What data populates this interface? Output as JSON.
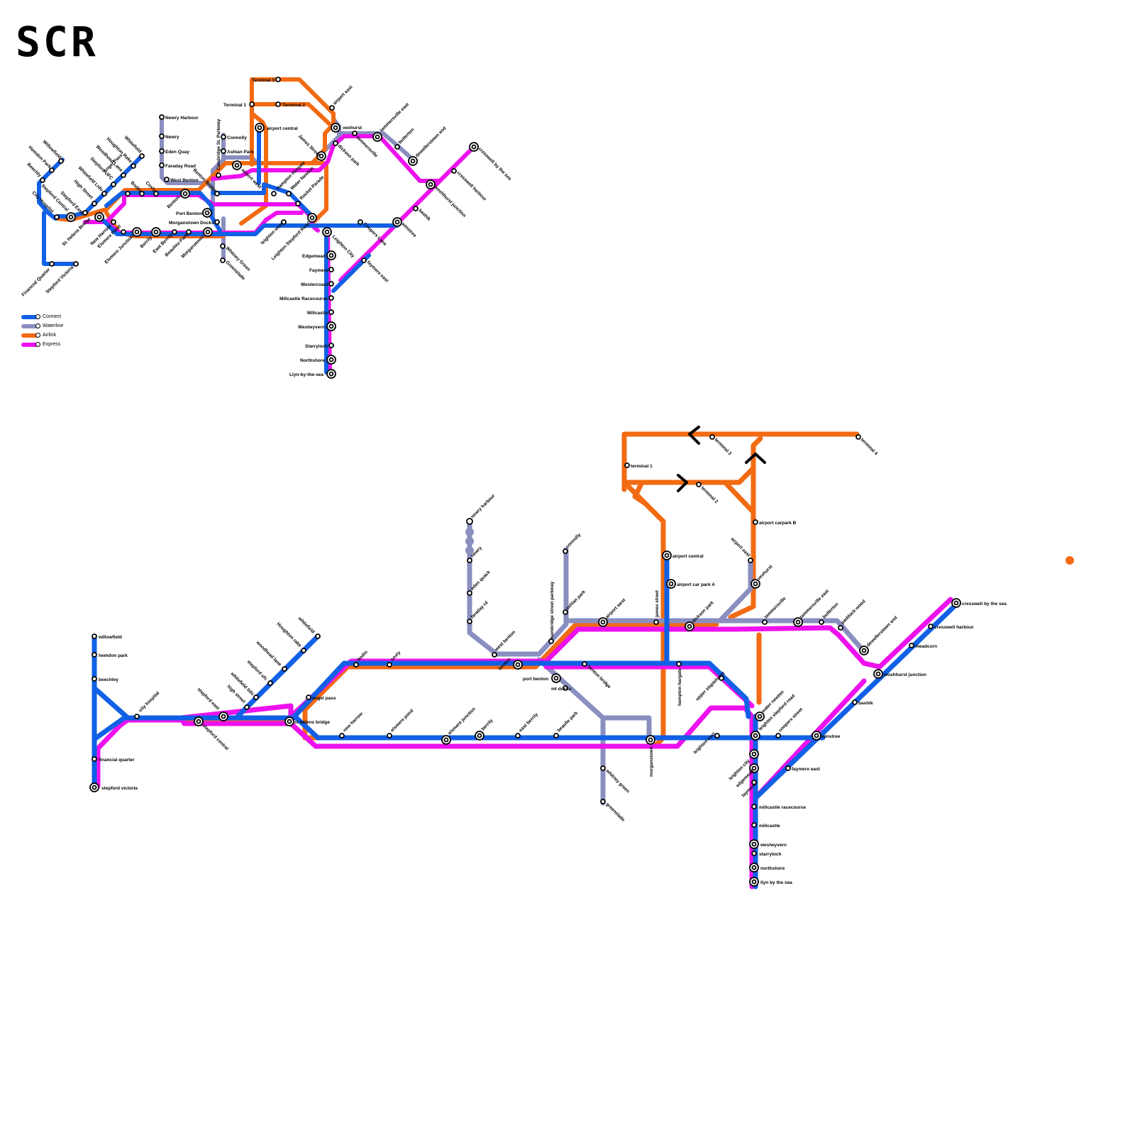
{
  "logo": "SCR",
  "legend": [
    {
      "label": "Connect",
      "color": "#1160e6"
    },
    {
      "label": "Waterline",
      "color": "#8a8fc0"
    },
    {
      "label": "Airlink",
      "color": "#f26a12"
    },
    {
      "label": "Express",
      "color": "#ee11ee"
    }
  ],
  "colors": {
    "connect": "#1160e6",
    "waterline": "#8a8fc0",
    "airlink": "#f26a12",
    "express": "#ee11ee"
  },
  "map1_stations": [
    "Terminal 3",
    "Terminal 2",
    "Terminal 1",
    "airport east",
    "airport central",
    "vexhurst",
    "tammersville east",
    "tammersville",
    "Newry Harbour",
    "Newry",
    "Eden Quay",
    "Faraday Road",
    "West Benton",
    "Connolly",
    "Ashlan Park",
    "Cambridge St. Parkway",
    "airport west",
    "James Street",
    "dickson park",
    "butterton",
    "dewellerstown end",
    "cresswell by the sea",
    "cresswell harbour",
    "woshhurst junction",
    "bashik",
    "Willowfield",
    "Hemdon Park",
    "Beechly",
    "Whitefield",
    "Houghton Rake",
    "Woodhead Lane",
    "Stepford UFC",
    "Whitefield Lido",
    "High Street",
    "Stepford Central",
    "Stepford East",
    "St. Helens Bridge",
    "City Hospital",
    "Financial Quarter",
    "Stepford Victoria",
    "New Harrow",
    "Elsmere Pond",
    "Elsmere Junction",
    "Berrily",
    "East Berrily",
    "Beaulieu Park",
    "Morganstown",
    "Benton",
    "Benton Bridge",
    "Port Benton",
    "Morganstown Docks",
    "Whitney Green",
    "Greenslade",
    "Hampton Hargate",
    "Water Newton",
    "Rocket Parade",
    "leighton west",
    "Leighton Stepford Road",
    "Leighton City",
    "Coopers Lane",
    "winstree",
    "faymere east",
    "Edgemead",
    "Faymere",
    "Westercoast",
    "Millcastle Racecourse",
    "Millcastle",
    "Westwyvern",
    "Starryloch",
    "Northshore",
    "Llyn-by-the-sea",
    "Angel Pass",
    "Bodin",
    "Coxly"
  ],
  "map2_stations": [
    "terminal 1",
    "terminal 2",
    "terminal 3",
    "terminal 4",
    "airport carpark B",
    "airport central",
    "airport car park A",
    "airport east",
    "vexhurst",
    "james street",
    "dickson park",
    "tammersville",
    "tammersville east",
    "butterton",
    "paddock wood",
    "dewellerstown end",
    "cresswell by the sea",
    "cresswell harbour",
    "meadcorn",
    "woshhurst junction",
    "bashik",
    "airport west",
    "ashlan park",
    "connolly",
    "cambridge street parkway",
    "newry harbour",
    "newry",
    "eden quack",
    "faraday rd",
    "west benton",
    "benton",
    "port benton",
    "mt docks",
    "benton bridge",
    "hampton hargate",
    "upper staplehurst",
    "water newton",
    "leighton stepford road",
    "coopers street",
    "winstree",
    "faymere east",
    "leighton east",
    "morganstown",
    "whitney green",
    "greenslade",
    "beaulie park",
    "east berrily",
    "berrily",
    "elsmere junction",
    "elsmere pond",
    "new harrow",
    "st helens bridge",
    "angel pass",
    "bodin",
    "coxly",
    "stepford east",
    "stepford central",
    "high street",
    "whitefield lido",
    "stepford ufc",
    "woodhead lane",
    "Houghton rake",
    "whitefield",
    "city hospital",
    "willowfield",
    "hemdon park",
    "beechley",
    "financial quarter",
    "stepford victoria",
    "leighton city",
    "edgemead",
    "faymere",
    "millcastle racecourse",
    "millcastle",
    "westwyvern",
    "starryloch",
    "northshore",
    "llyn by the sea"
  ]
}
